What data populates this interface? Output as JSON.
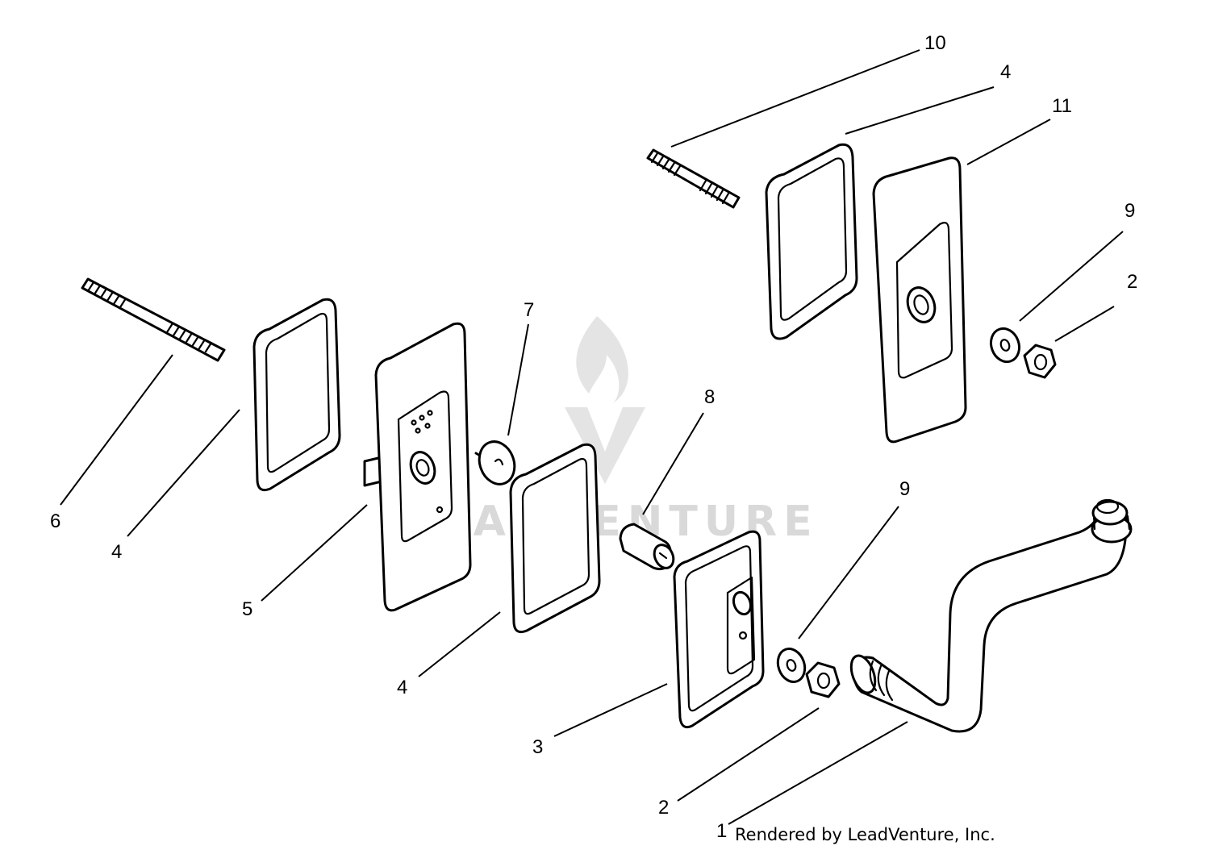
{
  "watermark": {
    "text": "LEADVENTURE"
  },
  "credit": {
    "text": "Rendered by LeadVenture, Inc."
  },
  "callouts": [
    {
      "id": "c10",
      "label": "10"
    },
    {
      "id": "c4a",
      "label": "4"
    },
    {
      "id": "c11",
      "label": "11"
    },
    {
      "id": "c9a",
      "label": "9"
    },
    {
      "id": "c2a",
      "label": "2"
    },
    {
      "id": "c7",
      "label": "7"
    },
    {
      "id": "c8",
      "label": "8"
    },
    {
      "id": "c6",
      "label": "6"
    },
    {
      "id": "c4b",
      "label": "4"
    },
    {
      "id": "c5",
      "label": "5"
    },
    {
      "id": "c4c",
      "label": "4"
    },
    {
      "id": "c9b",
      "label": "9"
    },
    {
      "id": "c3",
      "label": "3"
    },
    {
      "id": "c2b",
      "label": "2"
    },
    {
      "id": "c1",
      "label": "1"
    }
  ]
}
